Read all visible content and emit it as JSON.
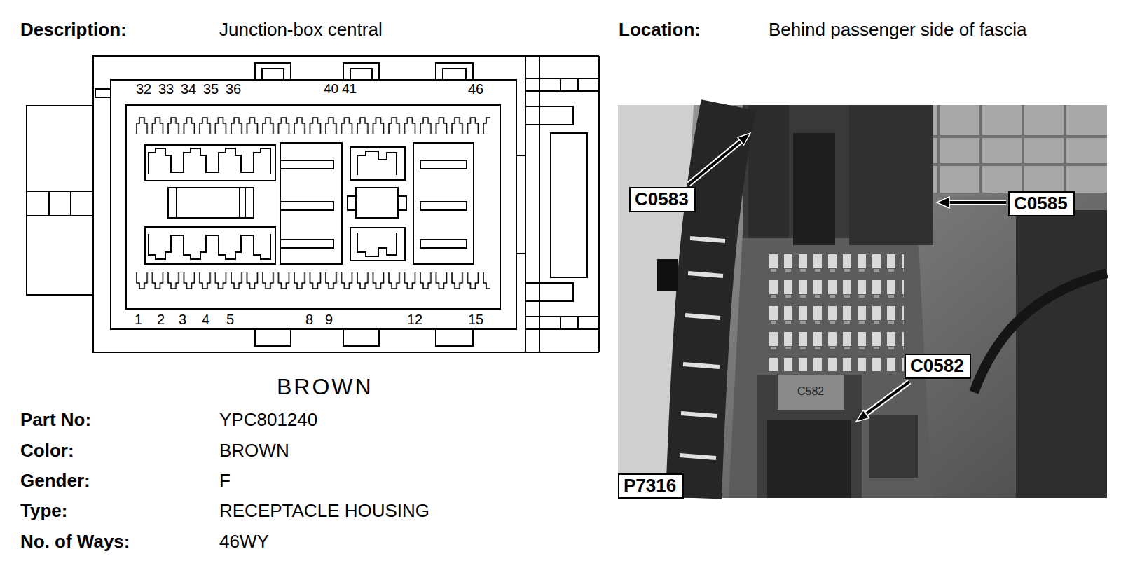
{
  "diagram": {
    "nodes": [
      {
        "text": [
          "C0583"
        ]
      },
      {
        "text": [
          "C0585"
        ]
      },
      {
        "text": [
          "C0582"
        ]
      },
      {
        "text": [
          "P7316"
        ]
      }
    ],
    "labels": [
      "Description:",
      "Junction-box central",
      "Location:",
      "Behind passenger side of fascia",
      "32",
      "33",
      "34",
      "35",
      "36",
      "40",
      "41",
      "46",
      "1",
      "2",
      "3",
      "4",
      "5",
      "8",
      "9",
      "12",
      "15",
      "BROWN",
      "Part No:",
      "YPC801240",
      "Color:",
      "BROWN",
      "Gender:",
      "F",
      "Type:",
      "RECEPTACLE HOUSING",
      "No. of Ways:",
      "46WY",
      "C582"
    ]
  }
}
